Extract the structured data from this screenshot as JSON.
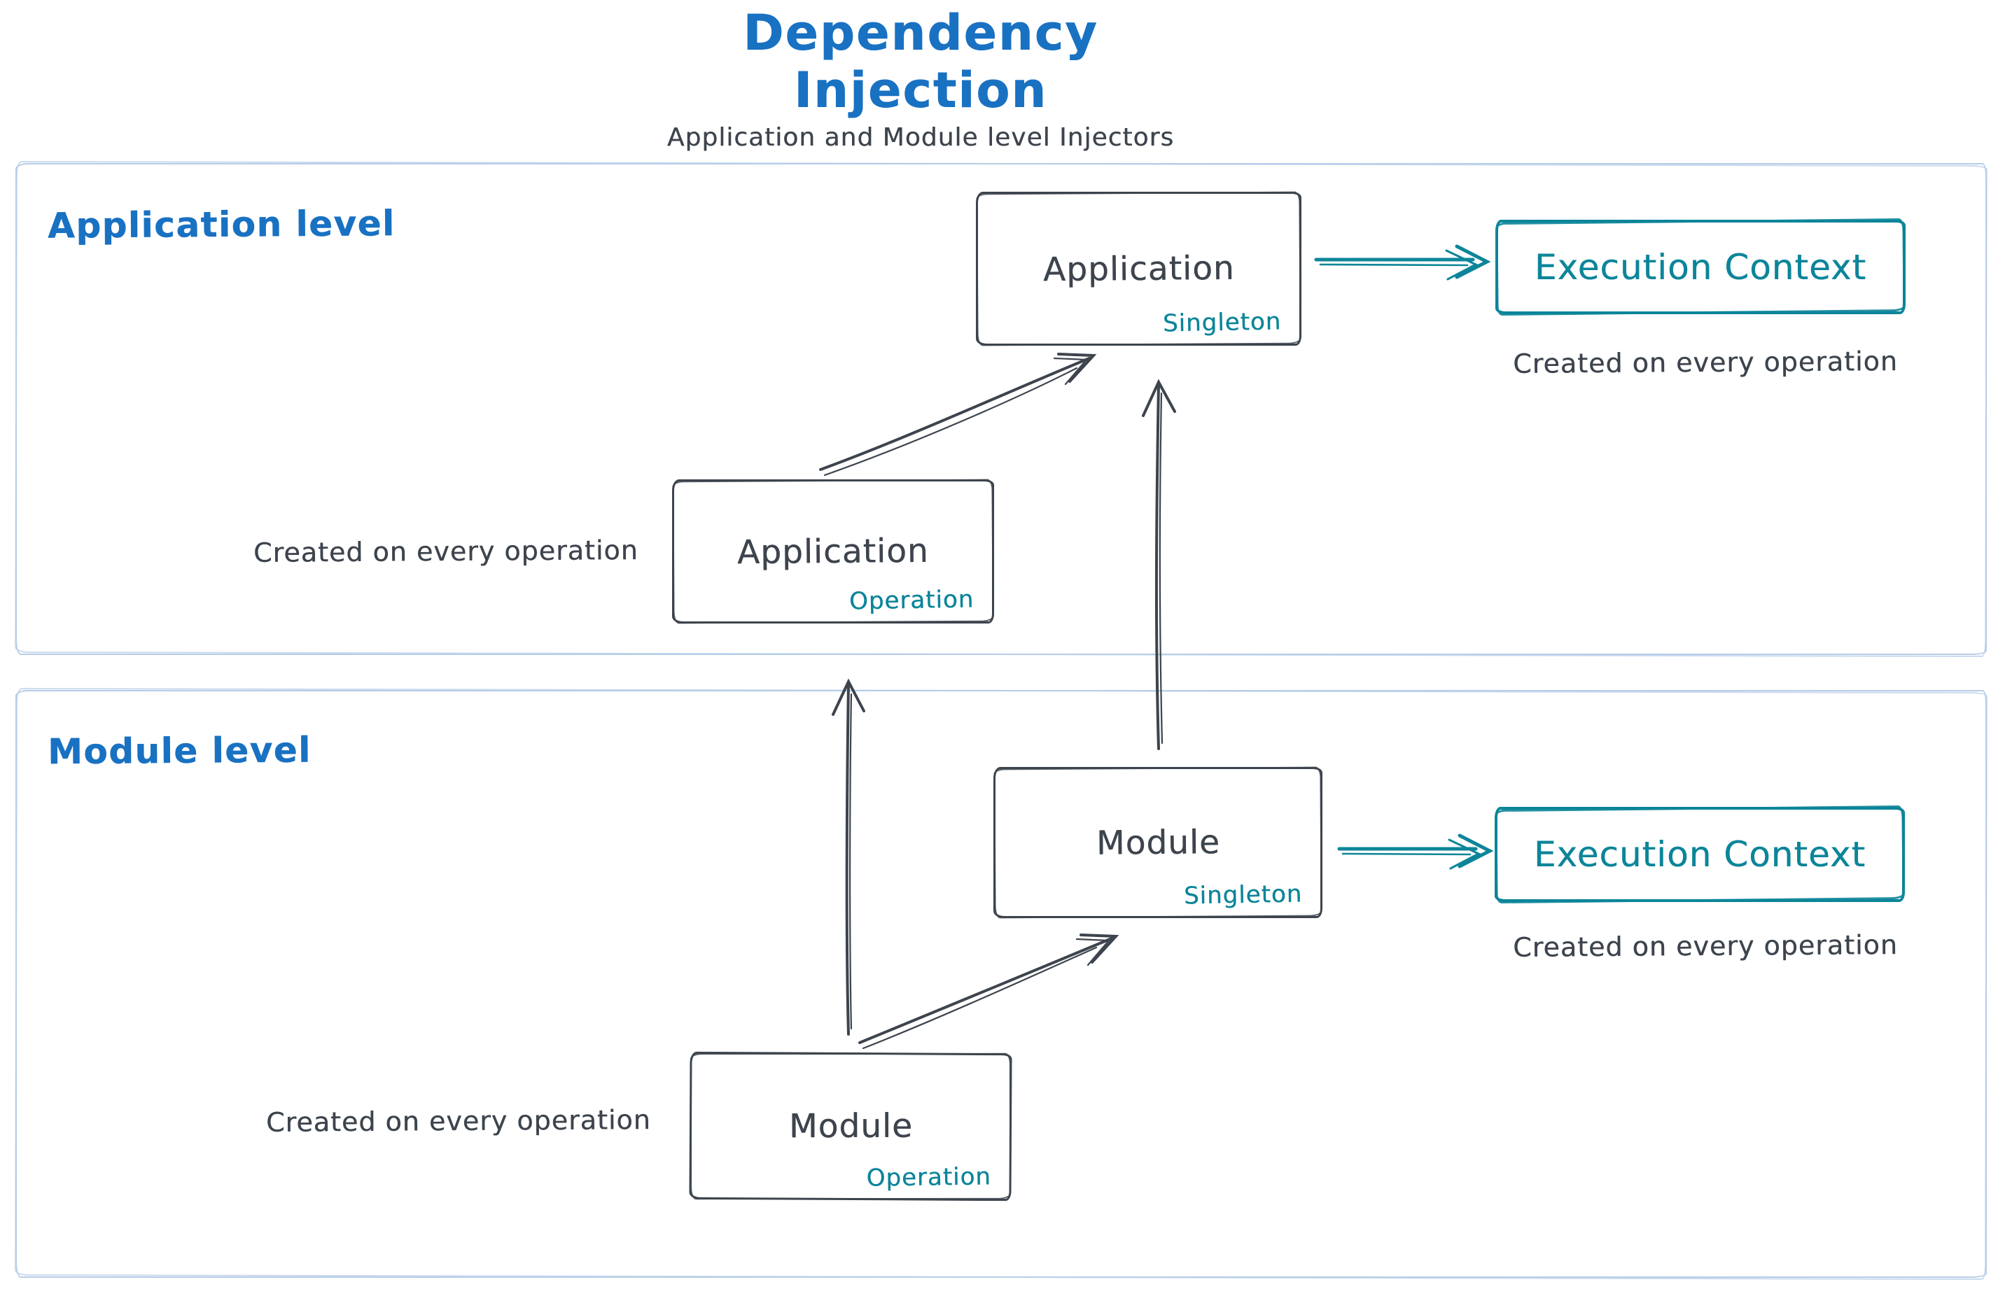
{
  "colors": {
    "blue": "#1971c2",
    "teal": "#0c8599",
    "ink": "#3d444d",
    "frame": "#b7cde8",
    "bg": "#ffffff"
  },
  "header": {
    "title": "Dependency Injection",
    "subtitle": "Application and Module level Injectors"
  },
  "sections": {
    "application": {
      "label": "Application level",
      "singleton_box": {
        "name": "Application",
        "scope": "Singleton"
      },
      "operation_box": {
        "name": "Application",
        "scope": "Operation"
      },
      "operation_caption": "Created on every operation",
      "execution_box": {
        "label": "Execution Context"
      },
      "execution_caption": "Created on every operation"
    },
    "module": {
      "label": "Module level",
      "singleton_box": {
        "name": "Module",
        "scope": "Singleton"
      },
      "operation_box": {
        "name": "Module",
        "scope": "Operation"
      },
      "operation_caption": "Created on every operation",
      "execution_box": {
        "label": "Execution Context"
      },
      "execution_caption": "Created on every operation"
    }
  },
  "edges": [
    {
      "id": "app-operation-to-app-singleton",
      "from": "Application Operation",
      "to": "Application Singleton",
      "color": "#3d444d"
    },
    {
      "id": "module-singleton-to-app-singleton",
      "from": "Module Singleton",
      "to": "Application Singleton",
      "color": "#3d444d"
    },
    {
      "id": "module-operation-to-app-operation",
      "from": "Module Operation",
      "to": "Application Operation",
      "color": "#3d444d"
    },
    {
      "id": "module-operation-to-module-singleton",
      "from": "Module Operation",
      "to": "Module Singleton",
      "color": "#3d444d"
    },
    {
      "id": "app-singleton-to-execution-context",
      "from": "Application Singleton",
      "to": "Execution Context",
      "color": "#0c8599"
    },
    {
      "id": "module-singleton-to-execution-context",
      "from": "Module Singleton",
      "to": "Execution Context",
      "color": "#0c8599"
    }
  ]
}
